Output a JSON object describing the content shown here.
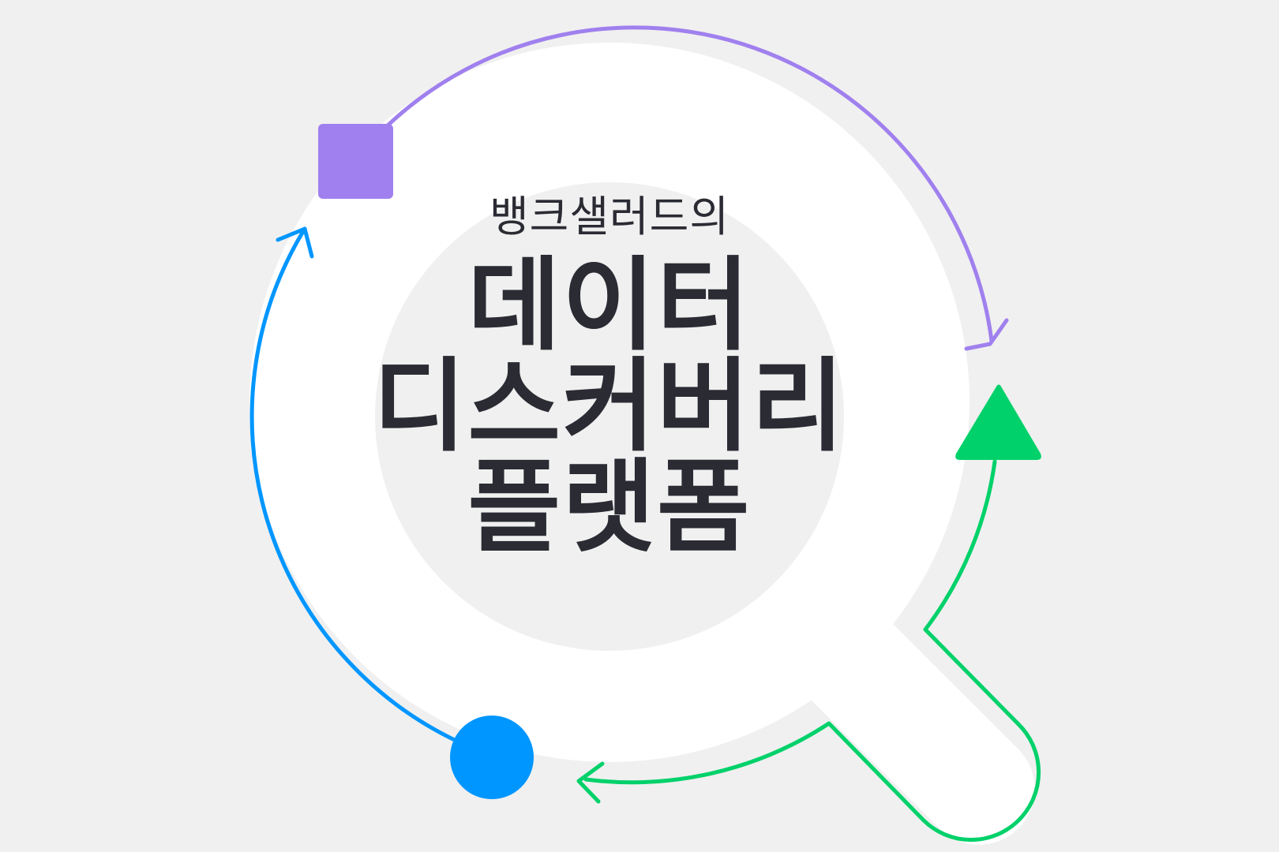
{
  "title": {
    "subtitle": "뱅크샐러드의",
    "lines": [
      "데이터",
      "디스커버리",
      "플랫폼"
    ]
  },
  "colors": {
    "background": "#f0f0f0",
    "ring_fill": "#ffffff",
    "inner_disc": "#f0f0f0",
    "text": "#2a2b33",
    "purple": "#a080ee",
    "green": "#00d16a",
    "blue": "#0096ff"
  },
  "markers": [
    {
      "shape": "square",
      "color": "purple"
    },
    {
      "shape": "triangle",
      "color": "green"
    },
    {
      "shape": "circle",
      "color": "blue"
    }
  ],
  "arcs": [
    {
      "from": "square",
      "to": "triangle",
      "color": "purple",
      "direction": "clockwise"
    },
    {
      "from": "triangle",
      "to": "circle",
      "color": "green",
      "direction": "clockwise",
      "via": "magnifier-handle"
    },
    {
      "from": "circle",
      "to": "square",
      "color": "blue",
      "direction": "clockwise"
    }
  ]
}
